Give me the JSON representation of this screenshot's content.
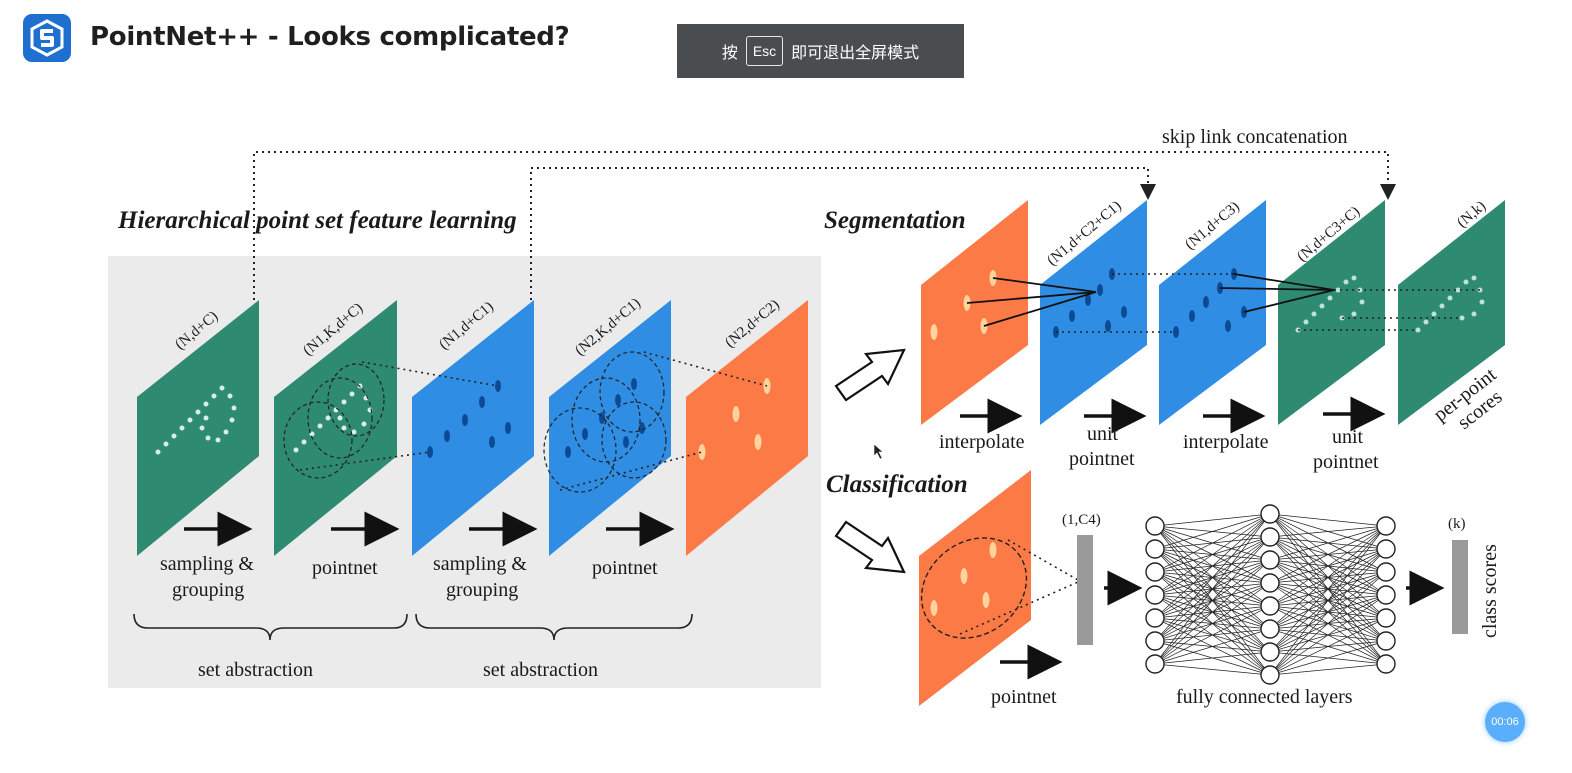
{
  "header": {
    "logo_icon": "app-logo-icon",
    "title": "PointNet++ - Looks complicated?"
  },
  "fullscreen_notice": {
    "prefix": "按",
    "key": "Esc",
    "suffix": "即可退出全屏模式"
  },
  "timer": {
    "label": "00:06"
  },
  "figure": {
    "skip_link": "skip link concatenation",
    "hierarchical_title": "Hierarchical point set feature learning",
    "segmentation_title": "Segmentation",
    "classification_title": "Classification",
    "dims": {
      "n_d_c": "(N,d+C)",
      "n1_k_d_c": "(N1,K,d+C)",
      "n1_d_c1": "(N1,d+C1)",
      "n2_k_d_c1": "(N2,K,d+C1)",
      "n2_d_c2": "(N2,d+C2)",
      "seg_n1_d_c2_c1": "(N1,d+C2+C1)",
      "seg_n1_d_c3": "(N1,d+C3)",
      "seg_n_d_c3_c": "(N,d+C3+C)",
      "seg_n_k": "(N,k)",
      "cls_1_c4": "(1,C4)",
      "cls_k": "(k)"
    },
    "labels": {
      "sampling_grouping_line1": "sampling &",
      "sampling_grouping_line2": "grouping",
      "pointnet": "pointnet",
      "set_abstraction": "set abstraction",
      "interpolate": "interpolate",
      "unit_pointnet_line1": "unit",
      "unit_pointnet_line2": "pointnet",
      "per_point_scores_line1": "per-point",
      "per_point_scores_line2": "scores",
      "fully_connected_layers": "fully connected layers",
      "class_scores": "class scores"
    },
    "colors": {
      "teal": "#2f8a72",
      "blue": "#2f8de4",
      "orange": "#fb7a45",
      "panel_bg": "#ebebeb",
      "feature_bar": "#9a9a9a"
    }
  }
}
